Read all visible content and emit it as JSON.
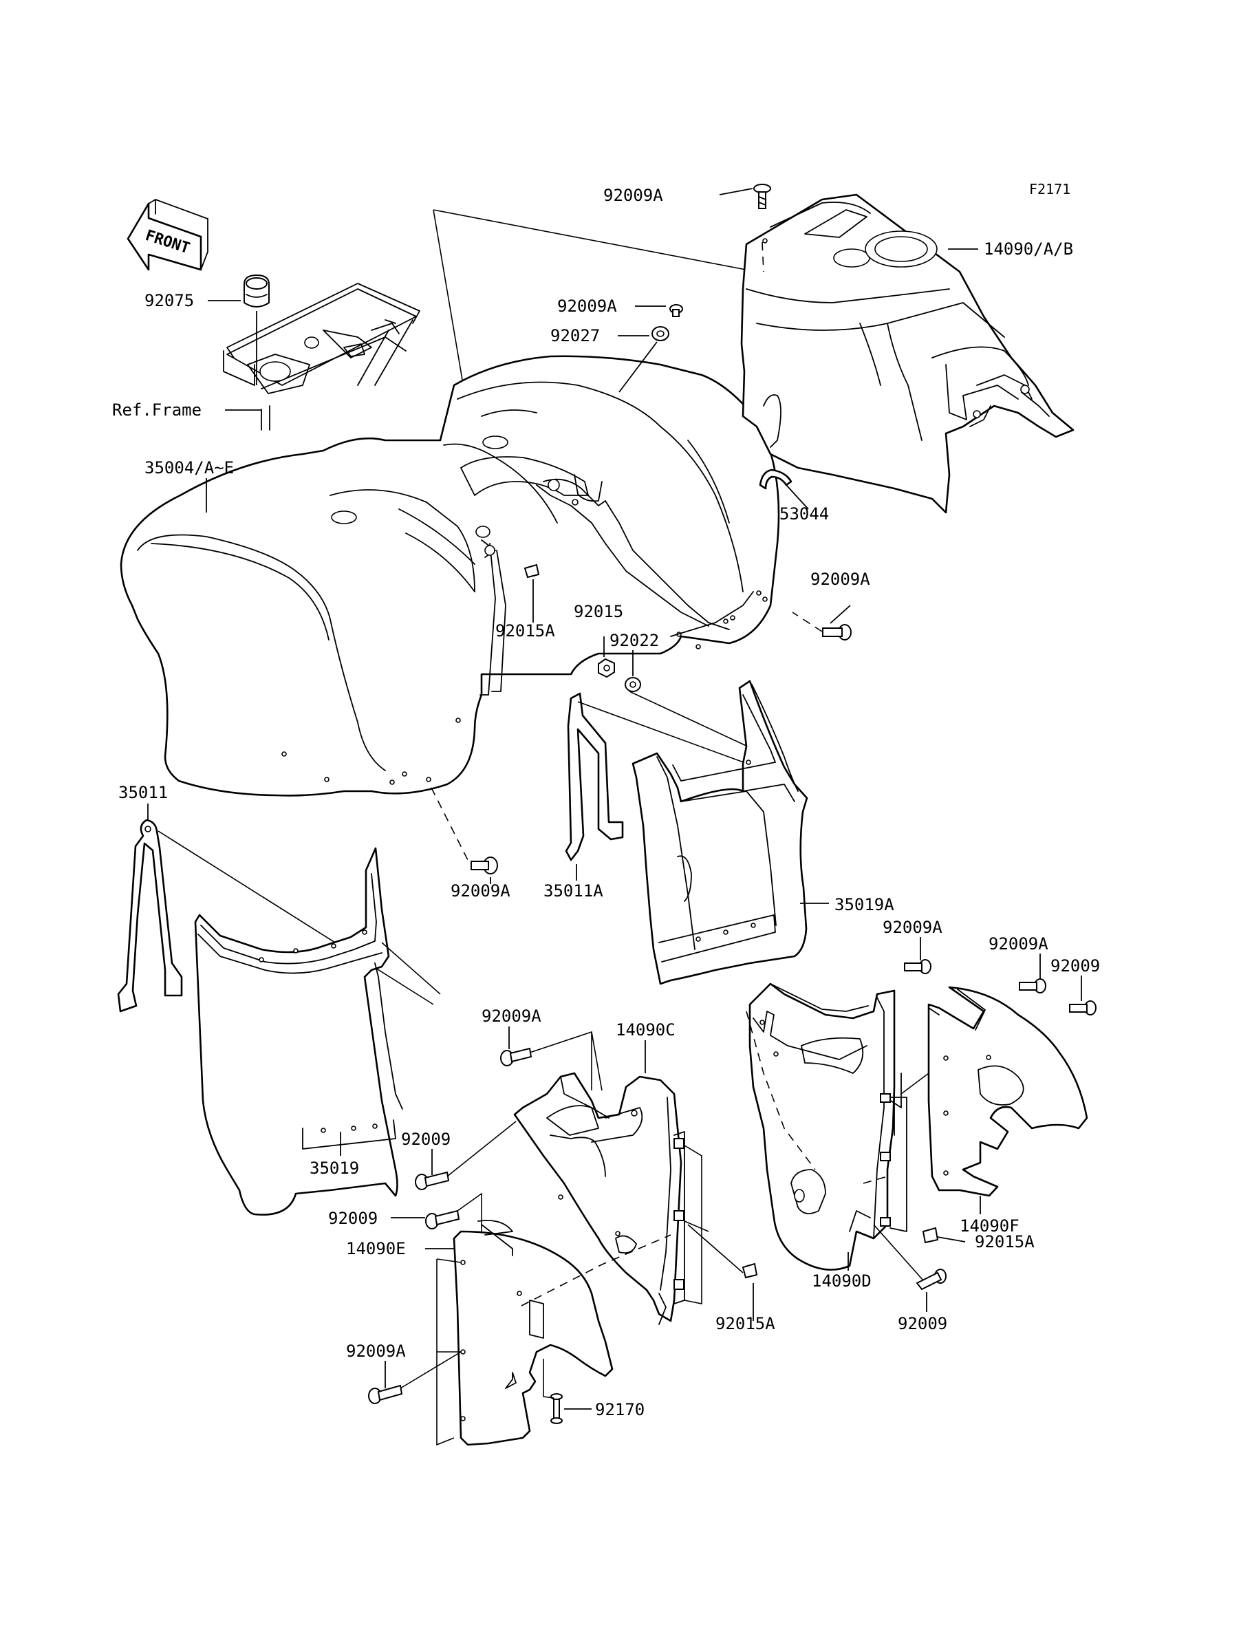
{
  "figure_code": "F2171",
  "front_arrow_label": "FRONT",
  "labels": {
    "p92009A_top": "92009A",
    "p14090AB": "14090/A/B",
    "p92075": "92075",
    "p92009A_mid": "92009A",
    "p92027": "92027",
    "ref_frame": "Ref.Frame",
    "p35004": "35004/A~E",
    "p53044": "53044",
    "p92009A_right": "92009A",
    "p92015": "92015",
    "p92022": "92022",
    "p92015A_upper": "92015A",
    "p35011": "35011",
    "p92009A_lower": "92009A",
    "p35011A": "35011A",
    "p35019A": "35019A",
    "p92009A_d1": "92009A",
    "p92009A_d2": "92009A",
    "p92009_d": "92009",
    "p92009A_c": "92009A",
    "p14090C": "14090C",
    "p92009_c1": "92009",
    "p35019": "35019",
    "p92009_c2": "92009",
    "p14090E": "14090E",
    "p14090F": "14090F",
    "p92015A_d": "92015A",
    "p14090D": "14090D",
    "p92015A_c": "92015A",
    "p92009_bottom": "92009",
    "p92009A_bottom": "92009A",
    "p92170": "92170"
  }
}
